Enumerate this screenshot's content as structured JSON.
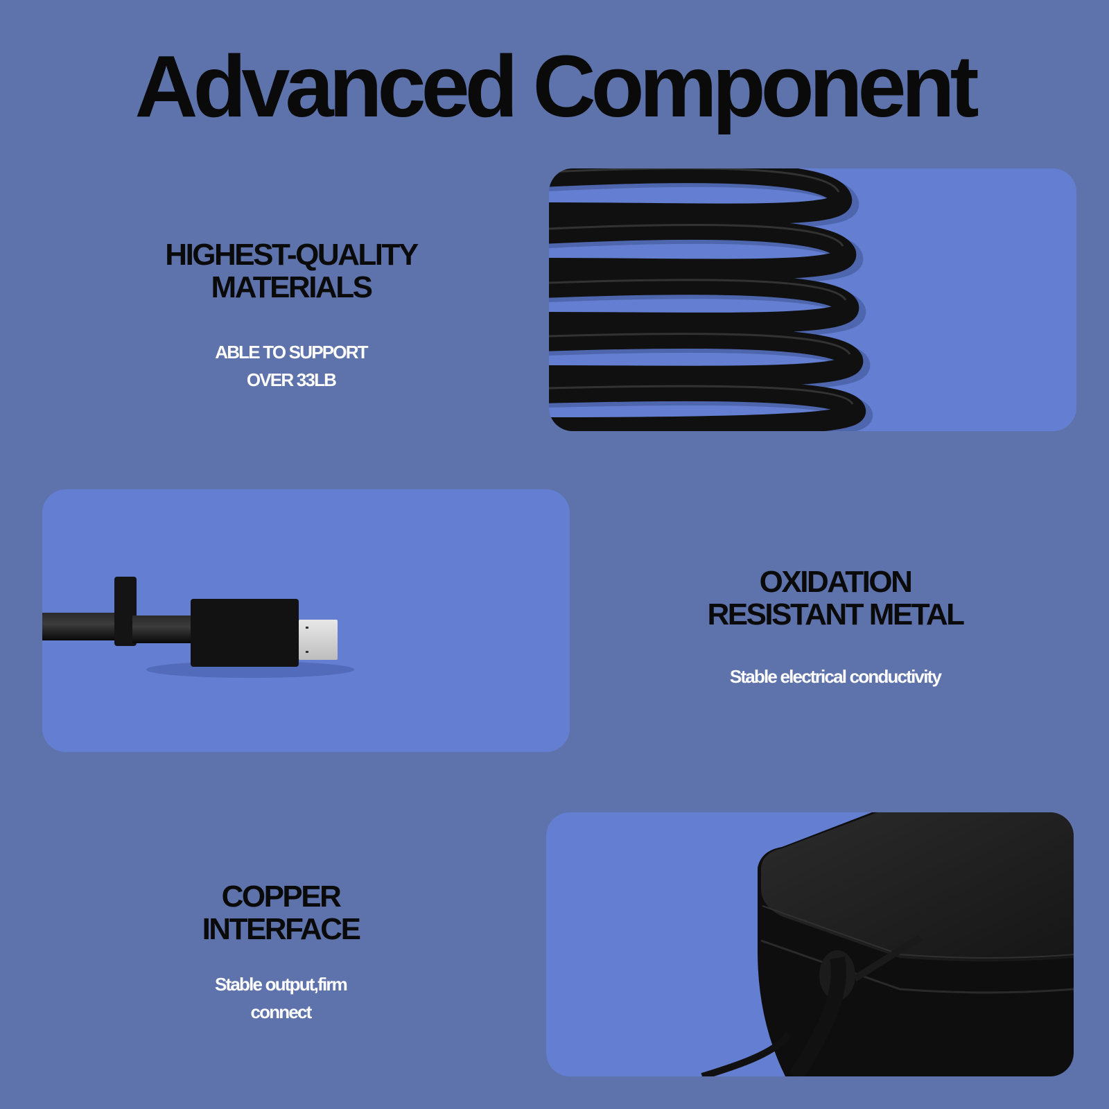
{
  "title": "Advanced Component",
  "colors": {
    "background": "#5e73ab",
    "panel": "#647fd1",
    "heading": "#0a0a0a",
    "subtext": "#ffffff",
    "product": "#101010"
  },
  "features": [
    {
      "heading_line1": "HIGHEST-QUALITY",
      "heading_line2": "MATERIALS",
      "sub_line1": "ABLE TO SUPPORT",
      "sub_line2": "OVER 33LB",
      "image": "coiled-cable"
    },
    {
      "heading_line1": "OXIDATION",
      "heading_line2": "RESISTANT METAL",
      "sub_line1": "Stable electrical conductivity",
      "sub_line2": "",
      "image": "micro-usb-connector"
    },
    {
      "heading_line1": "COPPER",
      "heading_line2": "INTERFACE",
      "sub_line1": "Stable output,firm",
      "sub_line2": "connect",
      "image": "power-adapter"
    }
  ]
}
